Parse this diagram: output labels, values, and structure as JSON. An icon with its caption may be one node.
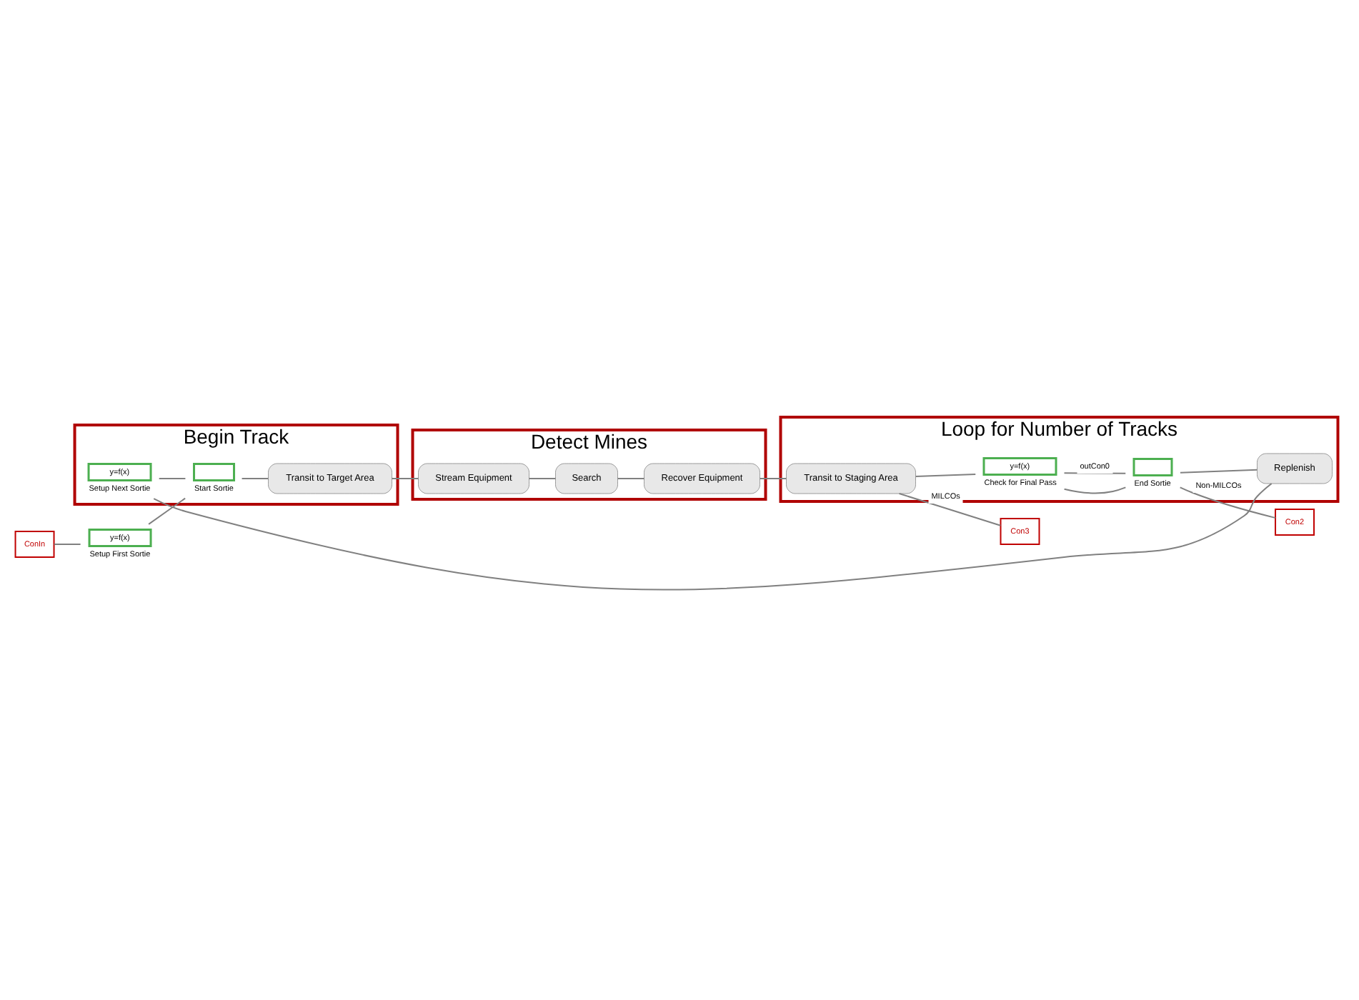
{
  "diagram": {
    "nodes": [
      {
        "text": [
          "Begin Track"
        ]
      },
      {
        "text": [
          "ConIn"
        ]
      },
      {
        "text": [
          "y=f(x)"
        ],
        "beside": [
          "Setup First Sortie"
        ]
      },
      {
        "text": [
          "y=f(x)"
        ],
        "beside": [
          "Setup Next Sortie"
        ],
        "in": 0
      },
      {
        "text": [],
        "shape": "box",
        "beside": [
          "Start Sortie"
        ],
        "in": 0
      },
      {
        "text": [
          "Transit to Target Area"
        ],
        "in": 0
      },
      {
        "text": [
          "Detect Mines"
        ]
      },
      {
        "text": [
          "Stream Equipment"
        ],
        "in": 6
      },
      {
        "text": [
          "Search"
        ],
        "in": 6
      },
      {
        "text": [
          "Recover Equipment"
        ],
        "in": 6
      },
      {
        "text": [
          "Loop for Number of Tracks"
        ]
      },
      {
        "text": [
          "Transit to Staging Area"
        ],
        "in": 10
      },
      {
        "text": [
          "y=f(x)"
        ],
        "beside": [
          "Check for Final Pass"
        ],
        "in": 10
      },
      {
        "text": [],
        "shape": "box",
        "beside": [
          "End Sortie"
        ],
        "in": 10
      },
      {
        "text": [
          "Replenish"
        ],
        "in": 10
      },
      {
        "text": [
          "Con2"
        ]
      },
      {
        "text": [
          "Con3"
        ]
      }
    ],
    "edges": [
      {
        "from": 1,
        "to": 2,
        "arrow": "none"
      },
      {
        "from": 2,
        "to": 4,
        "arrow": "none"
      },
      {
        "from": 3,
        "to": 4,
        "arrow": "none"
      },
      {
        "from": 4,
        "to": 5,
        "arrow": "none"
      },
      {
        "from": 5,
        "to": 7,
        "arrow": "none"
      },
      {
        "from": 7,
        "to": 8,
        "arrow": "none"
      },
      {
        "from": 8,
        "to": 9,
        "arrow": "none"
      },
      {
        "from": 9,
        "to": 11,
        "arrow": "none"
      },
      {
        "from": 11,
        "to": 12,
        "arrow": "none"
      },
      {
        "from": 12,
        "to": 13,
        "arrow": "none"
      },
      {
        "from": 12,
        "to": 13,
        "label": "outCon0",
        "arrow": "none"
      },
      {
        "from": 13,
        "to": 14,
        "arrow": "none"
      },
      {
        "from": 14,
        "to": 3,
        "arrow": "none"
      },
      {
        "from": 13,
        "to": 15,
        "label": "Non-MILCOs",
        "arrow": "none"
      },
      {
        "from": 11,
        "to": 16,
        "label": "MILCOs",
        "arrow": "none"
      }
    ]
  }
}
